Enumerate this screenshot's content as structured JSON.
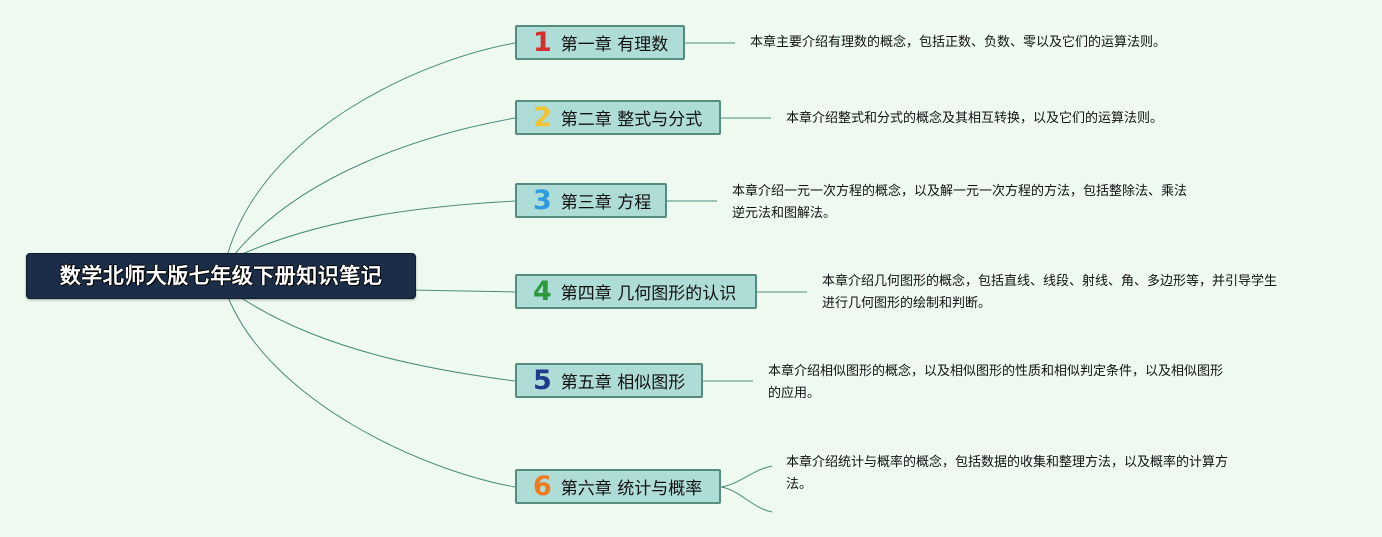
{
  "root": {
    "title": "数学北师大版七年级下册知识笔记"
  },
  "chapters": [
    {
      "number": "1",
      "title": "第一章 有理数",
      "color": "#d42d2d",
      "description": [
        "本章主要介绍有理数的概念，包括正数、负数、零以及它们的运算法则。"
      ]
    },
    {
      "number": "2",
      "title": "第二章 整式与分式",
      "color": "#f0c435",
      "description": [
        "本章介绍整式和分式的概念及其相互转换，以及它们的运算法则。"
      ]
    },
    {
      "number": "3",
      "title": "第三章 方程",
      "color": "#2d9be0",
      "description": [
        "本章介绍一元一次方程的概念，以及解一元一次方程的方法，包括整除法、乘法",
        "逆元法和图解法。"
      ]
    },
    {
      "number": "4",
      "title": "第四章 几何图形的认识",
      "color": "#2b9a3b",
      "description": [
        "本章介绍几何图形的概念，包括直线、线段、射线、角、多边形等，并引导学生",
        "进行几何图形的绘制和判断。"
      ]
    },
    {
      "number": "5",
      "title": "第五章 相似图形",
      "color": "#1d3a8c",
      "description": [
        "本章介绍相似图形的概念，以及相似图形的性质和相似判定条件，以及相似图形",
        "的应用。"
      ]
    },
    {
      "number": "6",
      "title": "第六章 统计与概率",
      "color": "#f07a1e",
      "description": [
        "本章介绍统计与概率的概念，包括数据的收集和整理方法，以及概率的计算方",
        "法。"
      ]
    }
  ]
}
